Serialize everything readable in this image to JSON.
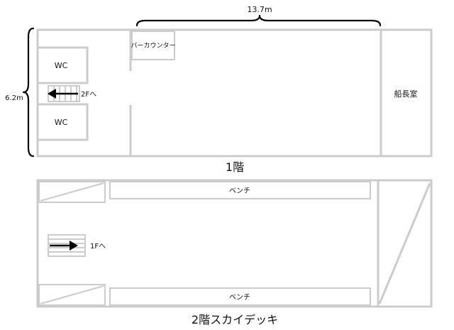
{
  "floor1": {
    "title": "1階",
    "width_label": "13.7m",
    "depth_label": "6.2m",
    "rooms": {
      "wc_top": "WC",
      "wc_bottom": "WC",
      "bar_counter": "バーカウンター",
      "captain_room": "船長室",
      "stairs_label": "2Fへ"
    }
  },
  "floor2": {
    "title": "2階スカイデッキ",
    "bench_top": "ベンチ",
    "bench_bottom": "ベンチ",
    "stairs_label": "1Fへ"
  },
  "colors": {
    "wall": "#cccccc",
    "line": "#000000"
  }
}
